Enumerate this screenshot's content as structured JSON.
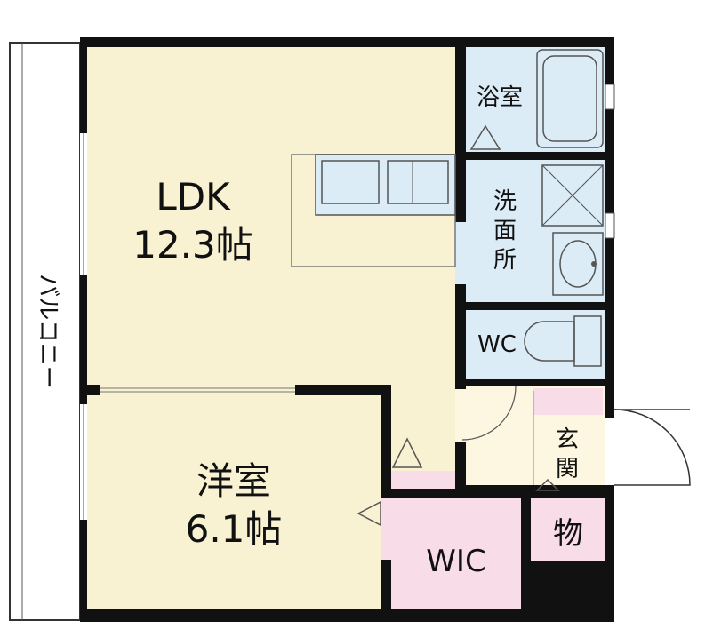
{
  "floorplan": {
    "rooms": {
      "ldk": {
        "name": "LDK",
        "size": "12.3帖"
      },
      "western": {
        "name": "洋室",
        "size": "6.1帖"
      },
      "bath": {
        "name": "浴室"
      },
      "washroom": {
        "name_chars": [
          "洗",
          "面",
          "所"
        ]
      },
      "wc": {
        "name": "WC"
      },
      "wic": {
        "name": "WIC"
      },
      "entrance": {
        "name_chars": [
          "玄",
          "関"
        ]
      },
      "storage": {
        "name": "物"
      },
      "balcony": {
        "name": "バルコニー"
      }
    },
    "colors": {
      "main_room": "#f8f1d2",
      "wet_area": "#dcecf7",
      "closet": "#f8dce8",
      "entrance": "#fdf6e1",
      "wall": "#111111",
      "fixture_stroke": "#555555"
    }
  }
}
